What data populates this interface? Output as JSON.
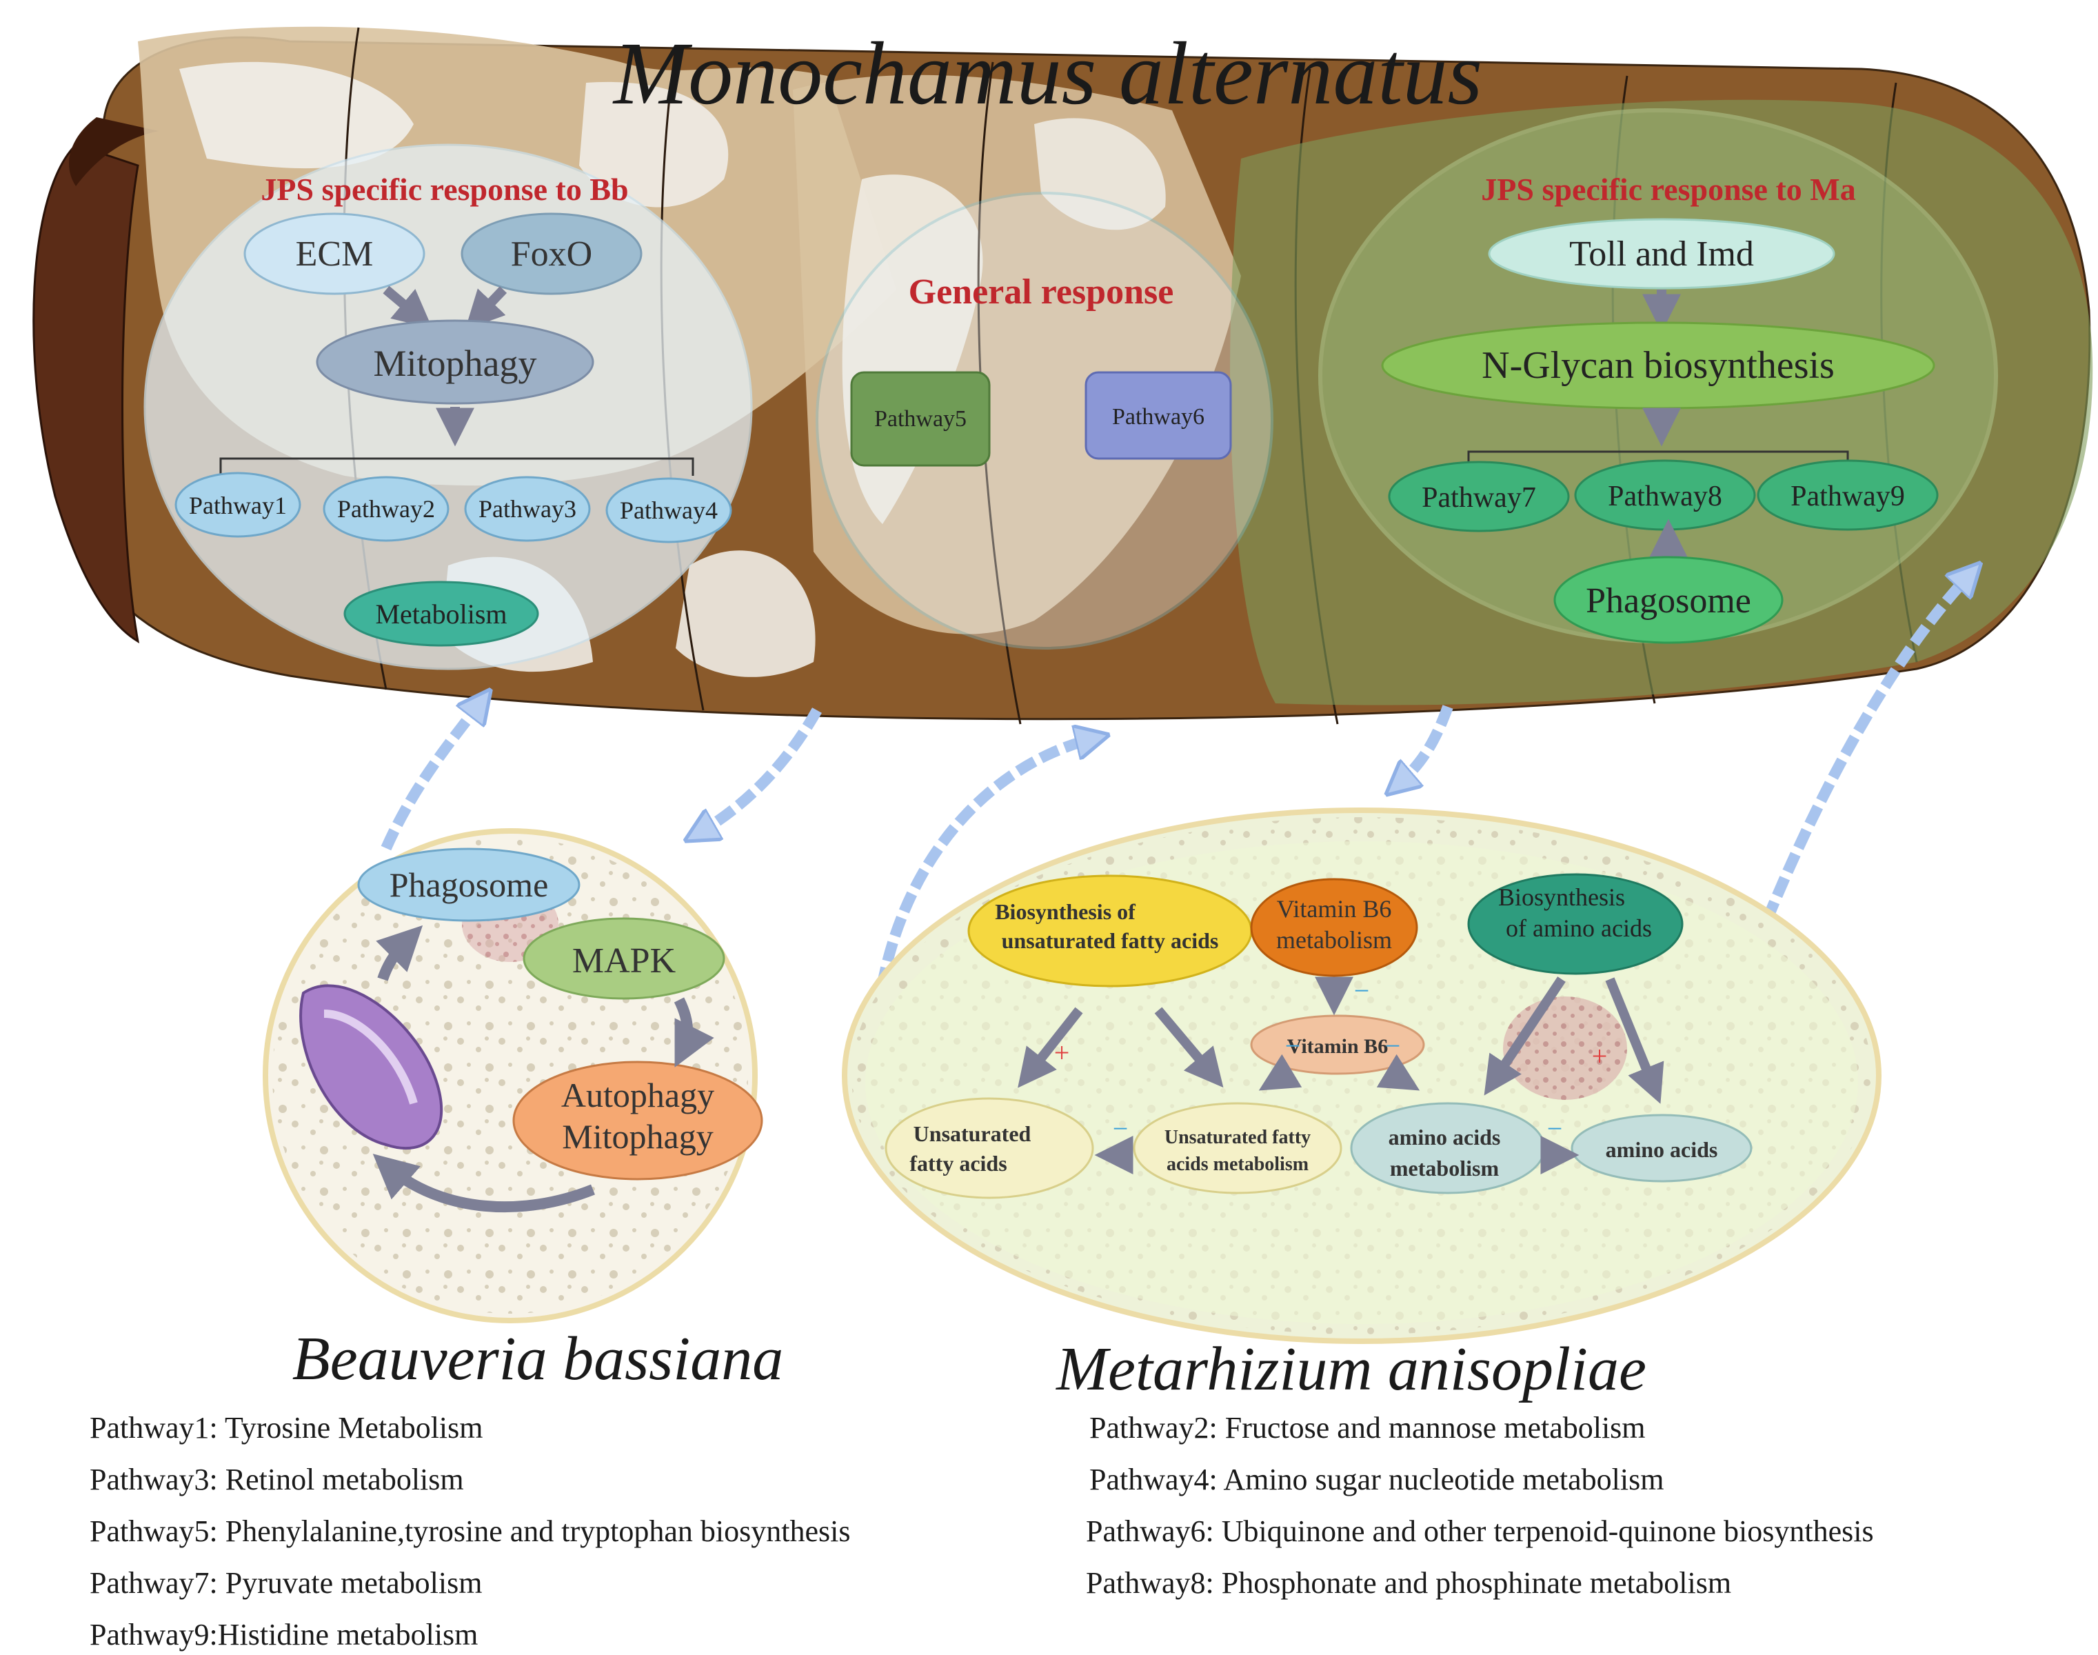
{
  "title": "Monochamus alternatus",
  "bb_panel": {
    "heading": "JPS specific response to Bb",
    "ecm": "ECM",
    "foxo": "FoxO",
    "mitophagy": "Mitophagy",
    "pathways": [
      "Pathway1",
      "Pathway2",
      "Pathway3",
      "Pathway4"
    ],
    "metabolism": "Metabolism"
  },
  "general_panel": {
    "heading": "General response",
    "pathway5": "Pathway5",
    "pathway6": "Pathway6"
  },
  "ma_panel": {
    "heading": "JPS specific response to Ma",
    "toll_imd": "Toll and Imd",
    "nglycan": "N-Glycan biosynthesis",
    "pathways": [
      "Pathway7",
      "Pathway8",
      "Pathway9"
    ],
    "phagosome": "Phagosome"
  },
  "beauveria_cell": {
    "phagosome": "Phagosome",
    "mapk": "MAPK",
    "autophagy_line1": "Autophagy",
    "autophagy_line2": "Mitophagy"
  },
  "metarhizium_cell": {
    "bio_ufa_line1": "Biosynthesis of",
    "bio_ufa_line2": "unsaturated fatty acids",
    "vitb6_line1": "Vitamin B6",
    "vitb6_line2": "metabolism",
    "bio_aa_line1": "Biosynthesis",
    "bio_aa_line2": "of amino acids",
    "vitb6": "Vitamin B6",
    "ufa_line1": "Unsaturated",
    "ufa_line2": "fatty acids",
    "ufam_line1": "Unsaturated fatty",
    "ufam_line2": "acids metabolism",
    "aam_line1": "amino acids",
    "aam_line2": "metabolism",
    "aa": "amino acids",
    "plus": "+",
    "minus": "−"
  },
  "labels": {
    "beauveria": "Beauveria bassiana",
    "metarhizium": "Metarhizium anisopliae"
  },
  "legend": {
    "p1": "Pathway1: Tyrosine Metabolism",
    "p2": "Pathway2: Fructose and mannose metabolism",
    "p3": "Pathway3: Retinol metabolism",
    "p4": "Pathway4: Amino sugar nucleotide metabolism",
    "p5": "Pathway5: Phenylalanine,tyrosine and tryptophan biosynthesis",
    "p6": "Pathway6: Ubiquinone and other terpenoid-quinone biosynthesis",
    "p7": "Pathway7: Pyruvate metabolism",
    "p8": "Pathway8: Phosphonate and phosphinate metabolism",
    "p9": "Pathway9:Histidine metabolism"
  },
  "colors": {
    "heading_red": "#c0272d",
    "larva_brown": "#8a5a2b",
    "larva_tan": "#d9c3a0",
    "bb_blue": "#a9d4ec",
    "ma_green": "#48b27a",
    "arrow_gray": "#7d7f96",
    "dashed_arrow": "#a8c4ee"
  }
}
